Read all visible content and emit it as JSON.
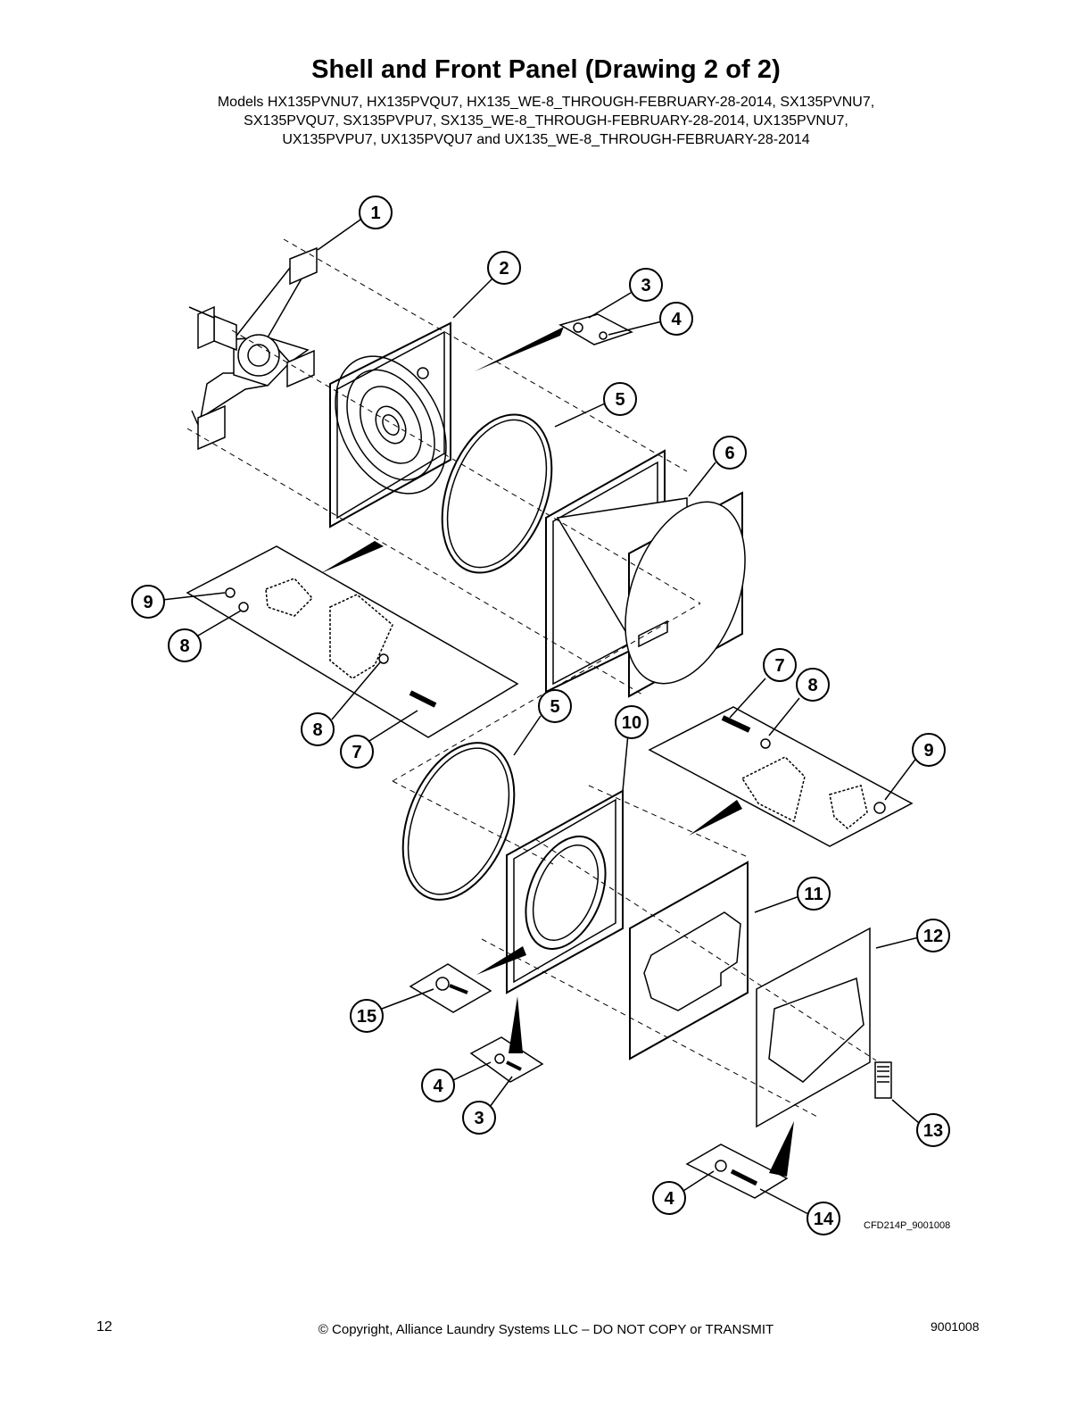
{
  "header": {
    "title": "Shell and Front Panel (Drawing 2 of 2)",
    "models_lines": [
      "Models HX135PVNU7, HX135PVQU7, HX135_WE-8_THROUGH-FEBRUARY-28-2014, SX135PVNU7,",
      "SX135PVQU7, SX135PVPU7, SX135_WE-8_THROUGH-FEBRUARY-28-2014, UX135PVNU7,",
      "UX135PVPU7, UX135PVQU7 and UX135_WE-8_THROUGH-FEBRUARY-28-2014"
    ]
  },
  "callouts": [
    "1",
    "2",
    "3",
    "4",
    "5",
    "6",
    "9",
    "8",
    "8",
    "7",
    "7",
    "8",
    "5",
    "10",
    "9",
    "11",
    "12",
    "15",
    "4",
    "3",
    "13",
    "4",
    "14"
  ],
  "drawing_code": "CFD214P_9001008",
  "footer": {
    "page_number": "12",
    "copyright": "© Copyright, Alliance Laundry Systems LLC – DO NOT COPY or TRANSMIT",
    "doc_number": "9001008"
  }
}
